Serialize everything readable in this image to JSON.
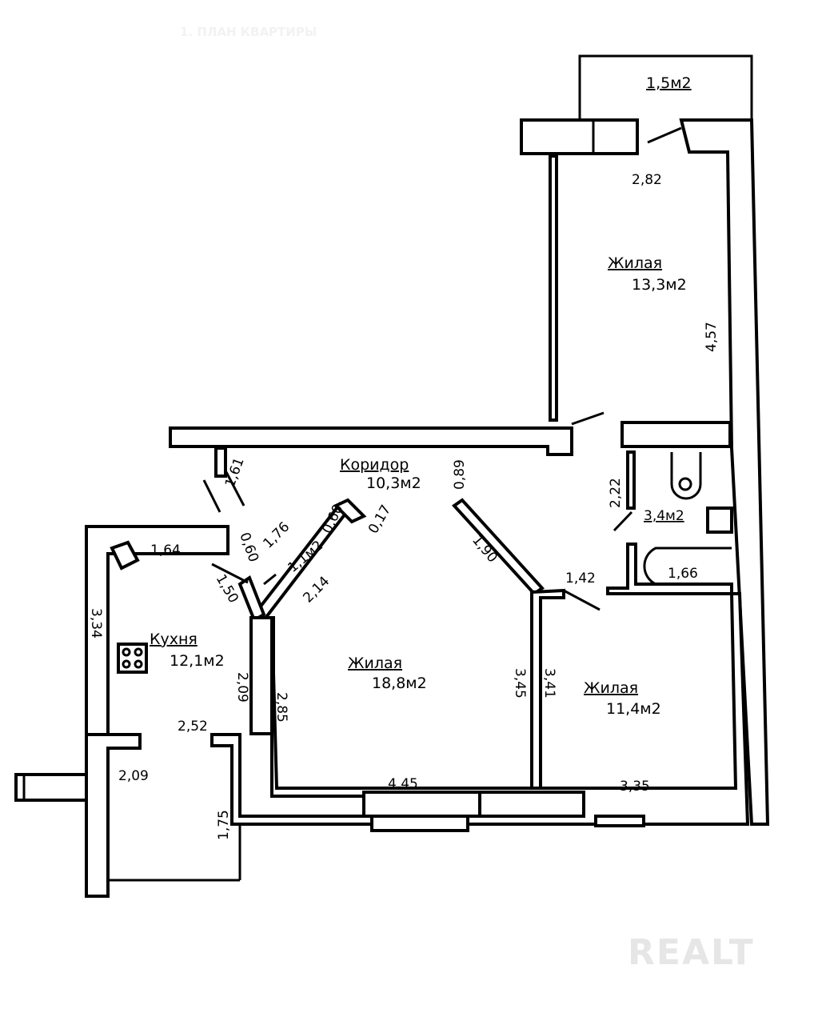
{
  "title": "1. ПЛАН КВАРТИРЫ",
  "watermark": "REALT",
  "rooms": {
    "balcony_top": {
      "area": "1,5м2"
    },
    "living_1": {
      "name": "Жилая",
      "area": "13,3м2"
    },
    "corridor": {
      "name": "Коридор",
      "area": "10,3м2"
    },
    "closet": {
      "area": "1,1м2"
    },
    "kitchen": {
      "name": "Кухня",
      "area": "12,1м2"
    },
    "living_2": {
      "name": "Жилая",
      "area": "18,8м2"
    },
    "bathroom": {
      "area": "3,4м2"
    },
    "living_3": {
      "name": "Жилая",
      "area": "11,4м2"
    }
  },
  "dimensions": [
    "2,82",
    "4,57",
    "0,89",
    "1,61",
    "1,76",
    "0,60",
    "0,17",
    "1,64",
    "0,60",
    "1,50",
    "2,14",
    "3,34",
    "2,09",
    "2,85",
    "1,90",
    "1,42",
    "2,22",
    "1,66",
    "3,45",
    "3,41",
    "2,52",
    "2,09",
    "4,45",
    "3,35",
    "1,75"
  ]
}
